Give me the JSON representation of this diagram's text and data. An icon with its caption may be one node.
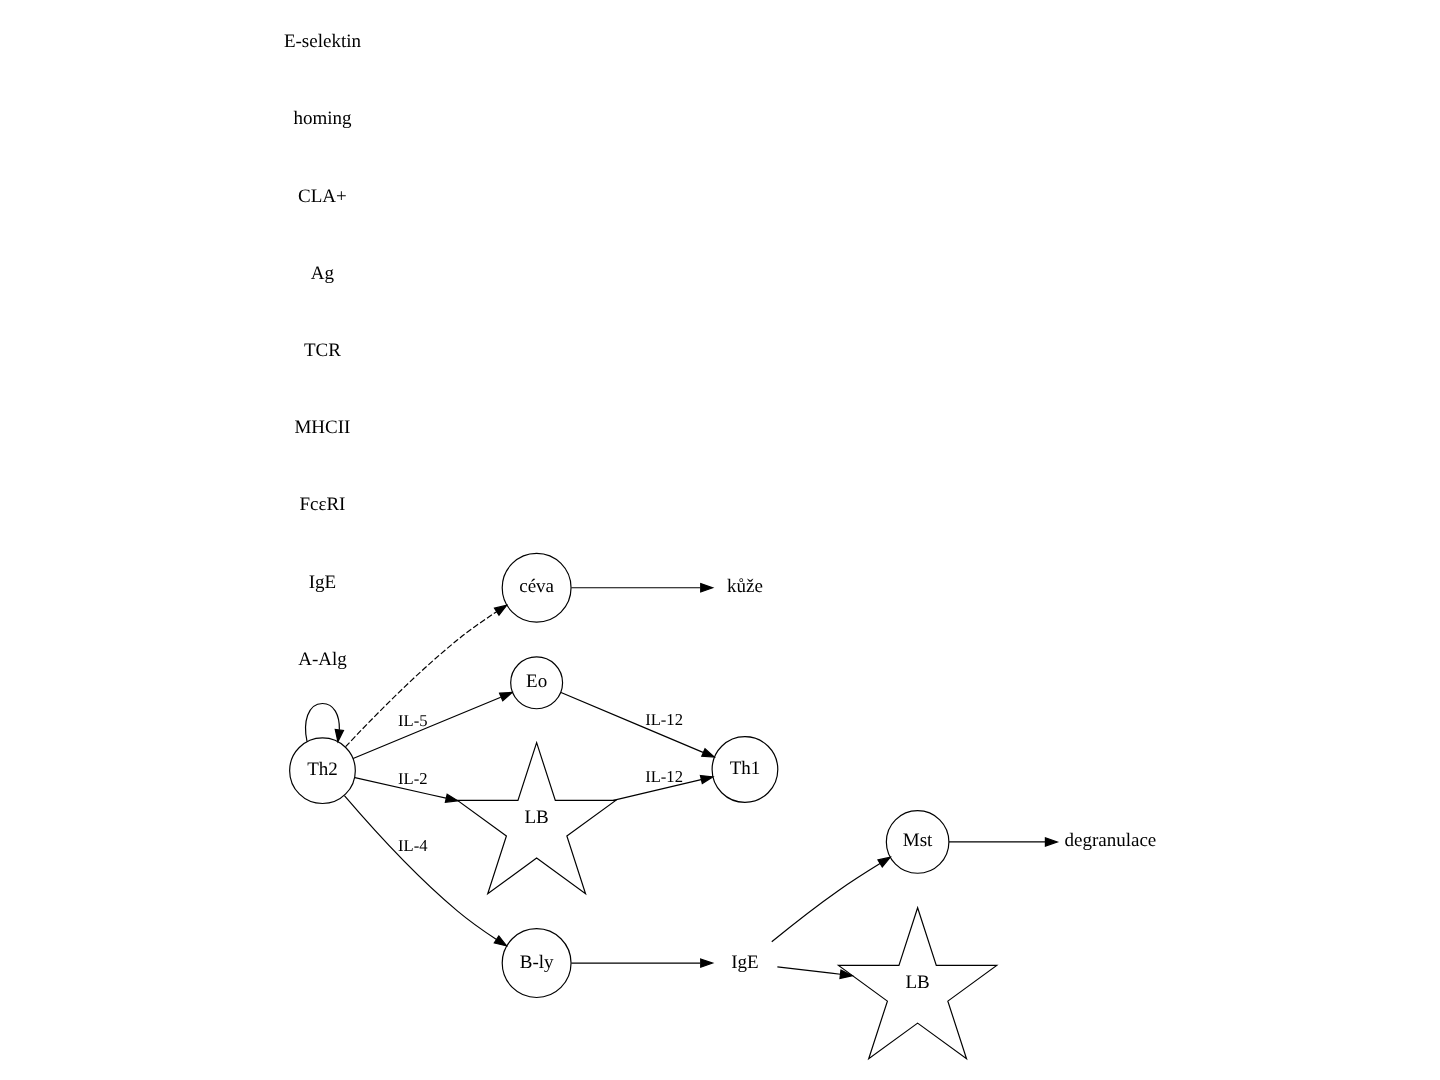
{
  "diagram": {
    "nodes": [
      {
        "text": [
          "LB"
        ]
      },
      {
        "text": [
          "Th1"
        ]
      },
      {
        "text": [
          "Th2"
        ]
      },
      {
        "text": [
          "céva"
        ]
      },
      {
        "text": [
          "B-ly"
        ]
      },
      {
        "text": [
          "Eo"
        ]
      },
      {
        "text": [
          "Mst"
        ]
      },
      {
        "text": [
          "IgE"
        ]
      },
      {
        "text": [
          "LB"
        ]
      },
      {
        "text": [
          "degranulace"
        ]
      },
      {
        "text": [
          "kůže"
        ]
      }
    ],
    "edges": [
      {
        "from": 0,
        "to": 1,
        "arrow": "to",
        "label": "IL-12"
      },
      {
        "from": 2,
        "to": 0,
        "arrow": "to",
        "label": "IL-2"
      },
      {
        "from": 2,
        "to": 2,
        "arrow": "to"
      },
      {
        "from": 2,
        "to": 4,
        "arrow": "to",
        "label": "IL-4"
      },
      {
        "from": 2,
        "to": 5,
        "arrow": "to",
        "label": "IL-5"
      },
      {
        "from": 5,
        "to": 1,
        "arrow": "to",
        "label": "IL-12"
      },
      {
        "from": 4,
        "to": 7,
        "arrow": "to"
      },
      {
        "from": 7,
        "to": 6,
        "arrow": "to"
      },
      {
        "from": 7,
        "to": 8,
        "arrow": "to"
      },
      {
        "from": 6,
        "to": 9,
        "arrow": "to"
      },
      {
        "from": 2,
        "to": 3,
        "arrow": "to",
        "style": "dashed"
      },
      {
        "from": 3,
        "to": 10,
        "arrow": "to"
      }
    ],
    "labels": [
      "A-Alg",
      "IgE",
      "FcεRI",
      "MHCII",
      "TCR",
      "Ag",
      "CLA+",
      "homing",
      "E-selektin"
    ]
  }
}
